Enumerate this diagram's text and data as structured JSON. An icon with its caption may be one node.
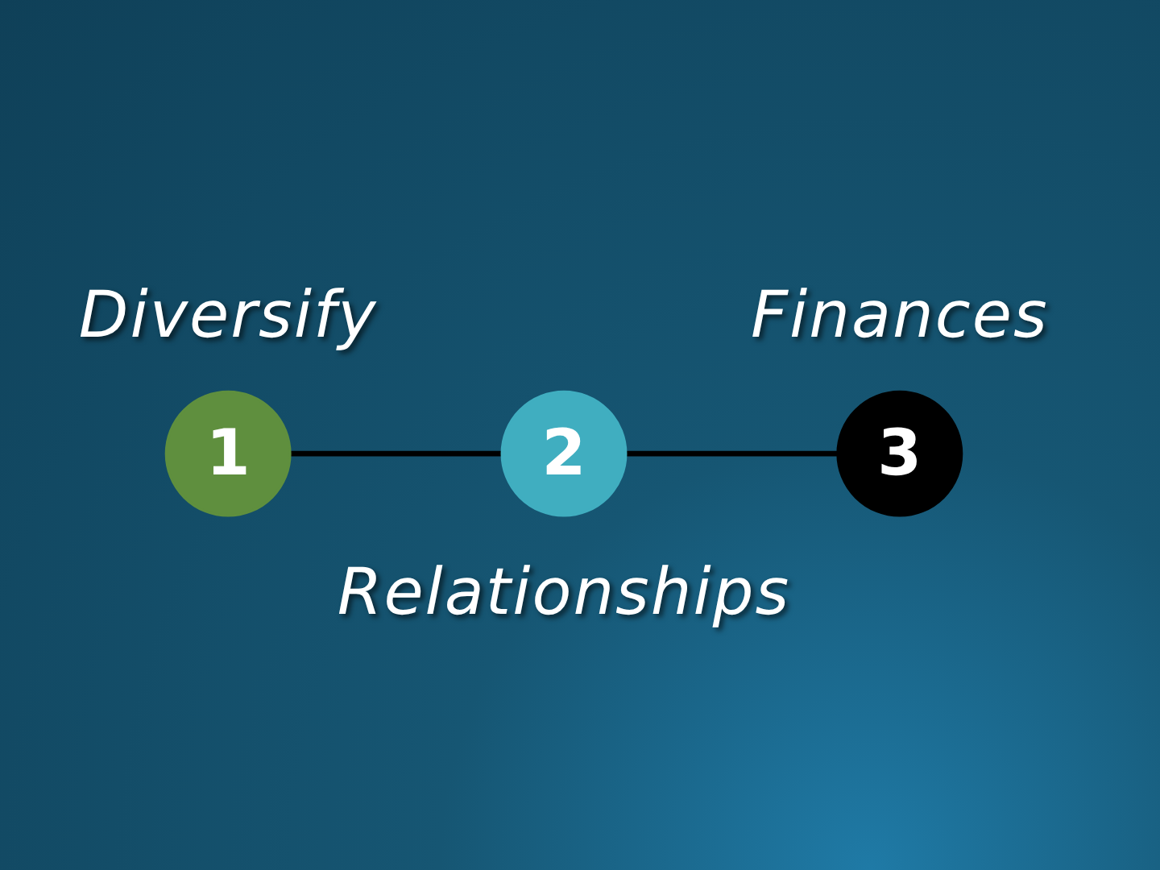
{
  "diagram": {
    "nodes": [
      {
        "text": [
          "1"
        ],
        "beside": [
          "Diversify"
        ]
      },
      {
        "text": [
          "2"
        ],
        "beside": [
          "Relationships"
        ]
      },
      {
        "text": [
          "3"
        ],
        "beside": [
          "Finances"
        ]
      }
    ],
    "edges": [
      {
        "from": 0,
        "to": 1,
        "arrow": "none"
      },
      {
        "from": 1,
        "to": 2,
        "arrow": "none"
      }
    ]
  }
}
